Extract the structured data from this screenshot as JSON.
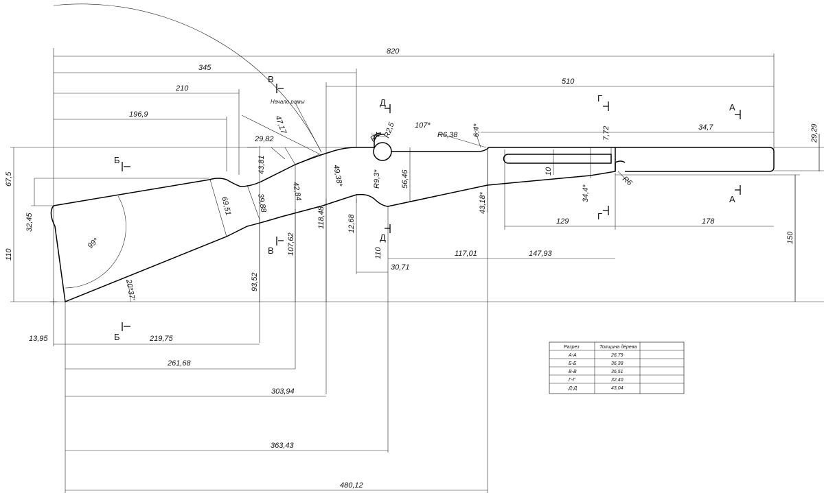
{
  "dimensions": {
    "d820": "820",
    "d345": "345",
    "d210": "210",
    "d510": "510",
    "d1969": "196,9",
    "d3470": "34,7",
    "d2929": "29,29",
    "d675": "67,5",
    "d3245": "32,45",
    "d110a": "110",
    "d110b": "110",
    "d150": "150",
    "d4381": "43,81",
    "d2982": "29,82",
    "d4717": "47,17",
    "d4284": "42,84",
    "d4938": "49,38*",
    "d3988": "39,88",
    "d6951": "69,51",
    "d10762": "107,62",
    "d11848": "118,48",
    "d1268": "12,68",
    "d9352": "93,52",
    "d1395": "13,95",
    "d21975": "219,75",
    "d26168": "261,68",
    "d30394": "303,94",
    "d36343": "363,43",
    "d48012": "480,12",
    "d3071": "30,71",
    "d11701": "117,01",
    "d14793": "147,93",
    "d129": "129",
    "d178": "178",
    "d5646": "56,46",
    "d4318": "43,18*",
    "d344": "34,4*",
    "d10": "10",
    "d772": "7,72",
    "d64": "6,4*",
    "d107": "107*",
    "dR638": "R6,38",
    "dR4": "R4",
    "dR25": "R2,5",
    "dR93": "R9,3*",
    "dR6": "R6",
    "a99": "99*",
    "a2037": "20*37'"
  },
  "sections": {
    "A": "А",
    "B": "Б",
    "V": "В",
    "G": "Г",
    "D": "Д"
  },
  "note": "Начало рамы",
  "table": {
    "headers": [
      "Разрез",
      "Толщина дерева"
    ],
    "rows": [
      [
        "А-А",
        "26,79"
      ],
      [
        "Б-Б",
        "36,38"
      ],
      [
        "В-В",
        "36,51"
      ],
      [
        "Г-Г",
        "32,40"
      ],
      [
        "Д-Д",
        "43,04"
      ]
    ]
  }
}
